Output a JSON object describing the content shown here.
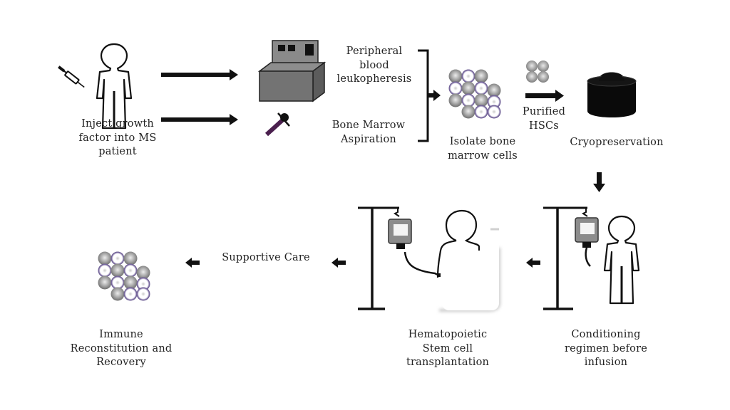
{
  "diagram": {
    "title": "Autologous hematopoietic stem cell transplantation process for MS",
    "colors": {
      "background": "#ffffff",
      "outline": "#111111",
      "machine_gray": "#6e6e6e",
      "machine_dark": "#4a4a4a",
      "cell_gray": "#9a9a9a",
      "cell_purple": "#5a4a8a",
      "needle_purple": "#4a1f4e",
      "iv_bag_gray": "#8a8a8a"
    },
    "steps": [
      {
        "id": "inject",
        "label_lines": [
          "Inject growth",
          "factor into MS",
          "patient"
        ],
        "icons": [
          "syringe-icon",
          "person-icon"
        ]
      },
      {
        "id": "leukopheresis",
        "label_lines": [
          "Peripheral",
          "blood",
          "leukopheresis"
        ],
        "icons": [
          "apheresis-machine-icon"
        ]
      },
      {
        "id": "aspiration",
        "label_lines": [
          "Bone Marrow",
          "Aspiration"
        ],
        "icons": [
          "aspiration-needle-icon"
        ]
      },
      {
        "id": "isolate",
        "label_lines": [
          "Isolate bone",
          "marrow cells"
        ],
        "icons": [
          "cell-cluster-icon"
        ]
      },
      {
        "id": "purify",
        "label_lines": [
          "Purified",
          "HSCs"
        ],
        "icons": [
          "hsc-cells-icon"
        ]
      },
      {
        "id": "cryo",
        "label_lines": [
          "Cryopreservation"
        ],
        "icons": [
          "cryo-container-icon"
        ]
      },
      {
        "id": "conditioning",
        "label_lines": [
          "Conditioning",
          "regimen before",
          "infusion"
        ],
        "icons": [
          "iv-stand-icon",
          "person-icon"
        ]
      },
      {
        "id": "transplant",
        "label_lines": [
          "Hematopoietic",
          "Stem cell",
          "transplantation"
        ],
        "icons": [
          "iv-stand-icon",
          "patient-in-bed-icon"
        ]
      },
      {
        "id": "supportive",
        "label_lines": [
          "Supportive Care"
        ],
        "icons": []
      },
      {
        "id": "recovery",
        "label_lines": [
          "Immune",
          "Reconstitution and",
          "Recovery"
        ],
        "icons": [
          "cell-cluster-icon"
        ]
      }
    ],
    "flow": [
      [
        "inject",
        "leukopheresis"
      ],
      [
        "inject",
        "aspiration"
      ],
      [
        "leukopheresis",
        "isolate"
      ],
      [
        "aspiration",
        "isolate"
      ],
      [
        "isolate",
        "cryo"
      ],
      [
        "cryo",
        "conditioning"
      ],
      [
        "conditioning",
        "transplant"
      ],
      [
        "transplant",
        "supportive"
      ],
      [
        "supportive",
        "recovery"
      ]
    ]
  }
}
